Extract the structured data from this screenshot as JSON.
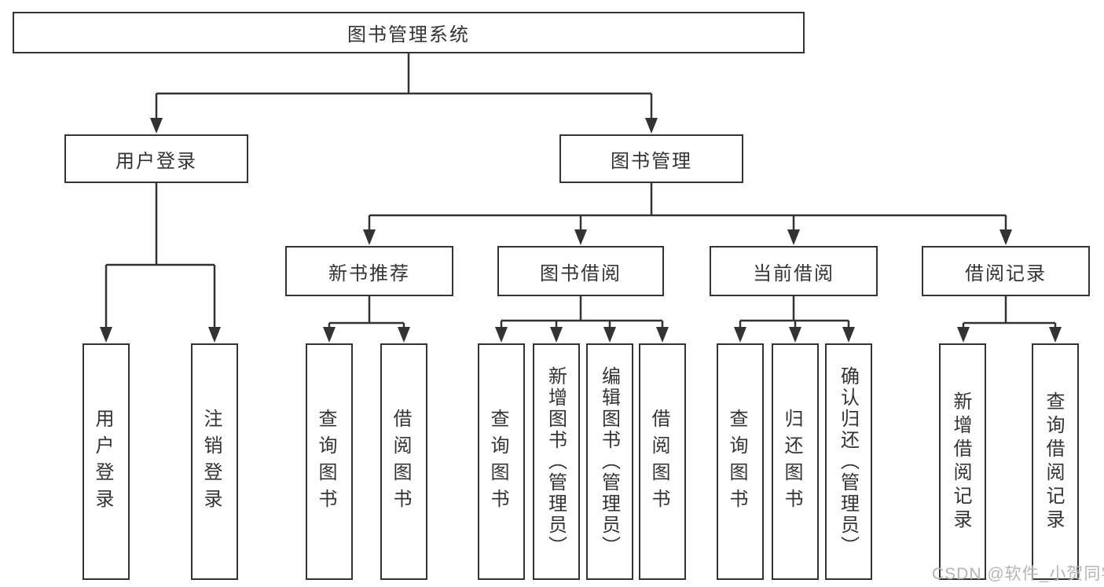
{
  "diagram": {
    "title": "图书管理系统",
    "root": {
      "label": "图书管理系统"
    },
    "level2": [
      {
        "label": "用户登录"
      },
      {
        "label": "图书管理"
      }
    ],
    "level3": [
      {
        "label": "新书推荐",
        "parent": "图书管理"
      },
      {
        "label": "图书借阅",
        "parent": "图书管理"
      },
      {
        "label": "当前借阅",
        "parent": "图书管理"
      },
      {
        "label": "借阅记录",
        "parent": "图书管理"
      }
    ],
    "leaves": [
      {
        "label": "用户登录",
        "parent": "用户登录"
      },
      {
        "label": "注销登录",
        "parent": "用户登录"
      },
      {
        "label": "查询图书",
        "parent": "新书推荐"
      },
      {
        "label": "借阅图书",
        "parent": "新书推荐"
      },
      {
        "label": "查询图书",
        "parent": "图书借阅"
      },
      {
        "label": "新增图书（管理员）",
        "parent": "图书借阅"
      },
      {
        "label": "编辑图书（管理员）",
        "parent": "图书借阅"
      },
      {
        "label": "借阅图书",
        "parent": "图书借阅"
      },
      {
        "label": "查询图书",
        "parent": "当前借阅"
      },
      {
        "label": "归还图书",
        "parent": "当前借阅"
      },
      {
        "label": "确认归还（管理员）",
        "parent": "当前借阅"
      },
      {
        "label": "新增借阅记录",
        "parent": "借阅记录"
      },
      {
        "label": "查询借阅记录",
        "parent": "借阅记录"
      }
    ]
  },
  "watermark": {
    "text": "CSDN @软件_小贺同学"
  },
  "colors": {
    "line": "#333333",
    "box_border": "#333333",
    "text": "#333333",
    "watermark": "#b5b5b5",
    "background": "#ffffff"
  }
}
